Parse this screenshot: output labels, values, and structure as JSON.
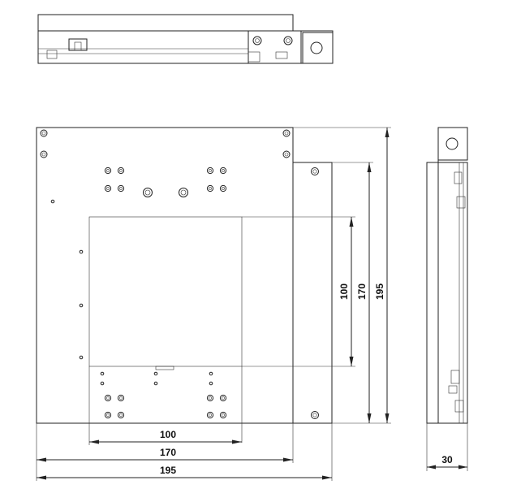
{
  "drawing": {
    "views": [
      "top-view",
      "front-view",
      "side-view"
    ],
    "dimensions": {
      "front_width_inner": "100",
      "front_width_mid": "170",
      "front_width_outer": "195",
      "front_height_inner": "100",
      "front_height_mid": "170",
      "front_height_outer": "195",
      "side_depth": "30"
    },
    "colors": {
      "line": "#222222",
      "background": "#ffffff"
    }
  }
}
